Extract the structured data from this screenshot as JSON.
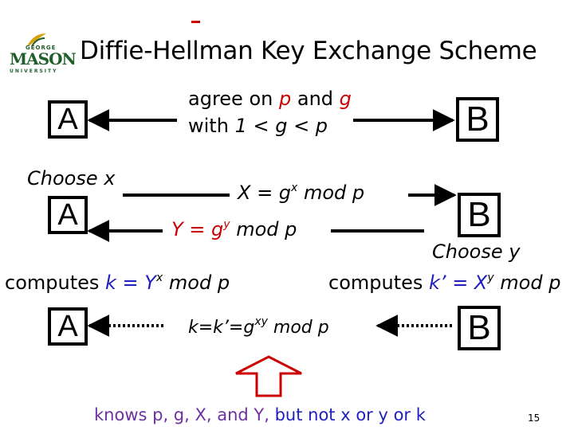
{
  "logo": {
    "line1": "GEORGE",
    "line2": "MASON",
    "line3": "UNIVERSITY"
  },
  "title": "Diffie-Hellman Key Exchange Scheme",
  "parties": {
    "a": "A",
    "b": "B"
  },
  "step1": {
    "agree": "agree on",
    "p": "p",
    "and": "and",
    "g": "g",
    "with": "with",
    "cond": "1 < g < p"
  },
  "choose_x": "Choose x",
  "choose_y": "Choose y",
  "msg_x": {
    "lhs": "X = g",
    "exp": "x",
    "rhs": " mod p"
  },
  "msg_y": {
    "lhs": "Y = g",
    "exp": "y",
    "rhs": " mod p"
  },
  "compute_a": {
    "label": "computes",
    "lhs": "k = Y",
    "exp": "x",
    "rhs": " mod p"
  },
  "compute_b": {
    "label": "computes",
    "lhs": "k’ = X",
    "exp": "y",
    "rhs": " mod p"
  },
  "shared": {
    "lhs": "k=k’=g",
    "exp": "xy",
    "rhs": " mod p"
  },
  "eve": {
    "knows": "knows p, g, X, and Y,",
    "but": "but not x or y or k"
  },
  "page_number": "15",
  "colors": {
    "red": "#cc0000",
    "blue": "#1f1fbf",
    "purple": "#7030a0",
    "logo_green": "#1f5f2a"
  }
}
